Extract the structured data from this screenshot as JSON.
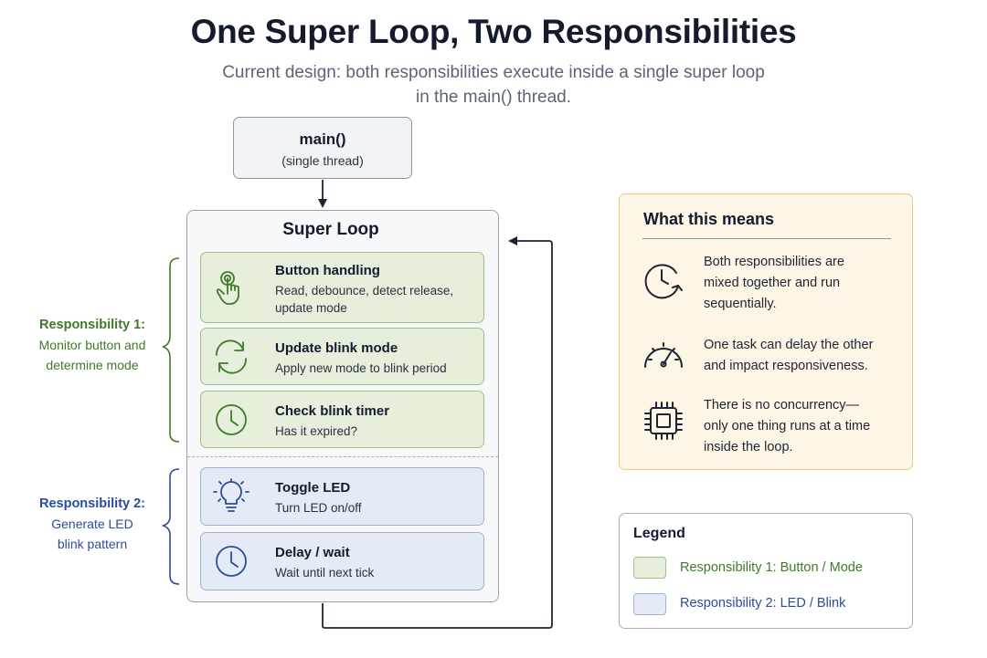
{
  "title": "One Super Loop, Two Responsibilities",
  "subtitle": {
    "line1": "Current design: both responsibilities execute inside a single super loop",
    "line2": "in the main() thread."
  },
  "main_box": {
    "title": "main()",
    "subtitle": "(single thread)"
  },
  "loop": {
    "title": "Super Loop",
    "steps": [
      {
        "title": "Button handling",
        "desc1": "Read, debounce, detect release,",
        "desc2": "update mode",
        "icon": "pointer-hand-icon"
      },
      {
        "title": "Update blink mode",
        "desc1": "Apply new mode to blink period",
        "desc2": "",
        "icon": "refresh-icon"
      },
      {
        "title": "Check blink timer",
        "desc1": "Has it expired?",
        "desc2": "",
        "icon": "clock-icon"
      },
      {
        "title": "Toggle LED",
        "desc1": "Turn LED on/off",
        "desc2": "",
        "icon": "light-bulb-icon"
      },
      {
        "title": "Delay / wait",
        "desc1": "Wait until next tick",
        "desc2": "",
        "icon": "clock-icon"
      }
    ]
  },
  "responsibilities": [
    {
      "heading": "Responsibility 1:",
      "line1": "Monitor button and",
      "line2": "determine mode",
      "color": "#3f7a2a"
    },
    {
      "heading": "Responsibility 2:",
      "line1": "Generate LED",
      "line2": "blink pattern",
      "color": "#2a4d9a"
    }
  ],
  "info": {
    "title": "What this means",
    "items": [
      {
        "lines": [
          "Both responsibilities are",
          "mixed together and run",
          "sequentially."
        ],
        "icon": "clock-arrow-icon"
      },
      {
        "lines": [
          "One task can delay the other",
          "and impact responsiveness."
        ],
        "icon": "speedometer-icon"
      },
      {
        "lines": [
          "There is no concurrency—",
          "only one thing runs at a time",
          "inside the loop."
        ],
        "icon": "cpu-chip-icon"
      }
    ]
  },
  "legend": {
    "title": "Legend",
    "items": [
      {
        "label": "Responsibility 1: Button / Mode",
        "fill": "#e5efdb",
        "stroke": "#9fc08a",
        "text_color": "#3f7a2a"
      },
      {
        "label": "Responsibility 2: LED / Blink",
        "fill": "#e4ebf6",
        "stroke": "#9fb2d3",
        "text_color": "#2a4d9a"
      }
    ]
  }
}
